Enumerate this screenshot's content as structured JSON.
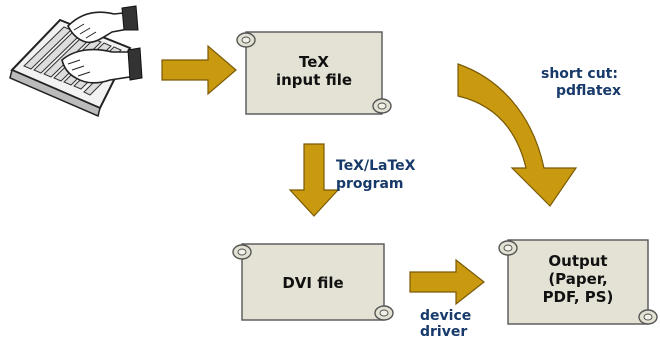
{
  "colors": {
    "arrow": "#c9990f",
    "arrow_stroke": "#7a5a05",
    "scroll": "#e4e2d4",
    "scroll_stroke": "#555555",
    "label": "#173a6a"
  },
  "nodes": {
    "tex_input": {
      "line1": "TeX",
      "line2": "input file"
    },
    "dvi": {
      "line1": "DVI file"
    },
    "output": {
      "line1": "Output",
      "line2": "(Paper,",
      "line3": "PDF, PS)"
    }
  },
  "labels": {
    "program": {
      "line1": "TeX/LaTeX",
      "line2": "program"
    },
    "driver": {
      "line1": "device",
      "line2": "driver"
    },
    "shortcut": {
      "line1": "short cut:",
      "line2": "pdflatex"
    }
  },
  "icons": {
    "keyboard": "keyboard-typing-hands-icon"
  }
}
